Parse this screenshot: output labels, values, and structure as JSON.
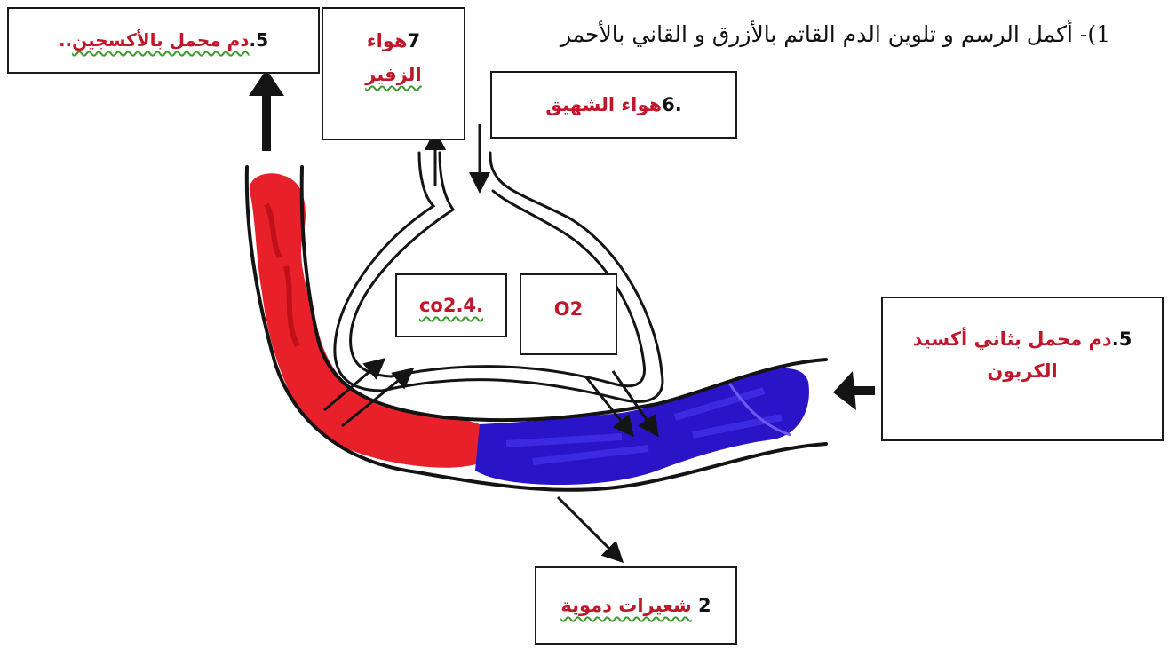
{
  "instruction": "1)- أكمل الرسم و تلوين الدم القاتم بالأزرق و القاني بالأحمر",
  "labels": {
    "oxygenated_blood": {
      "number": "5.",
      "text": "دم محمل بالأكسجين",
      "dots": ".."
    },
    "exhaled_air": {
      "number": "7",
      "line1": "هواء",
      "line2": "الزفير"
    },
    "inhaled_air": {
      "number": ".6",
      "text": "هواء الشهيق"
    },
    "co2": "co2.4.",
    "o2": "O2",
    "co2_blood": {
      "number": "5.",
      "line1": "دم محمل بثاني أكسيد",
      "line2": "الكربون"
    },
    "capillaries": {
      "number": "2",
      "text": "شعيرات دموية"
    }
  },
  "colors": {
    "oxygenated": "#e8202a",
    "deoxygenated": "#2a14c8",
    "outline": "#141414",
    "label_text": "#c0182a",
    "squiggle": "#3c9a2c"
  }
}
